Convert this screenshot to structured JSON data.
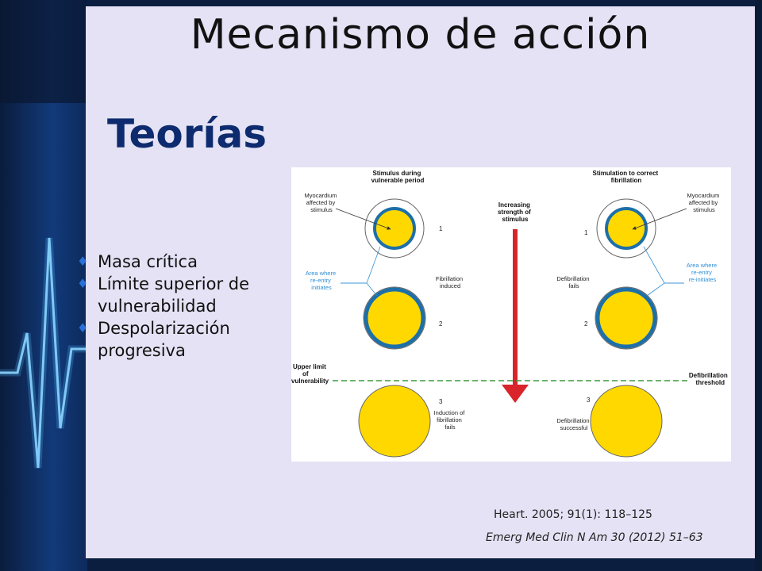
{
  "slide": {
    "title": "Mecanismo de acción",
    "subtitle": "Teorías",
    "bullets": [
      "Masa crítica",
      "Límite superior de vulnerabilidad",
      "Despolarización progresiva"
    ],
    "references": [
      "Heart. 2005; 91(1): 118–125",
      "Emerg Med Clin N Am 30 (2012) 51–63"
    ]
  },
  "diagram": {
    "left_heading": [
      "Stimulus during",
      "vulnerable period"
    ],
    "right_heading": [
      "Stimulation to correct",
      "fibrillation"
    ],
    "center_arrow_label": [
      "Increasing",
      "strength of",
      "stimulus"
    ],
    "left_myocardium_label": [
      "Myocardium",
      "affected by",
      "stimulus"
    ],
    "right_myocardium_label": [
      "Myocardium",
      "affected by",
      "stimulus"
    ],
    "left_reentry_label": [
      "Area where",
      "re-entry",
      "initiates"
    ],
    "right_reentry_label": [
      "Area where",
      "re-entry",
      "re-initiates"
    ],
    "left_fibrillation_label": [
      "Fibrillation",
      "induced"
    ],
    "right_fibrillation_label": [
      "Defibrillation",
      "fails"
    ],
    "left_bottom_label": [
      "Induction of",
      "fibrillation",
      "fails"
    ],
    "right_bottom_label": [
      "Defibrillation",
      "successful"
    ],
    "upper_limit_label": [
      "Upper limit",
      "of",
      "vulnerability"
    ],
    "threshold_label": [
      "Defibrillation",
      "threshold"
    ],
    "step_numbers": [
      "1",
      "2",
      "3"
    ],
    "colors": {
      "circle_fill": "#ffd800",
      "ring_blue": "#1d6fa8",
      "arrow_red": "#d9242b",
      "threshold_green": "#3a9a3a",
      "callout_blue": "#2f8fd6"
    }
  }
}
